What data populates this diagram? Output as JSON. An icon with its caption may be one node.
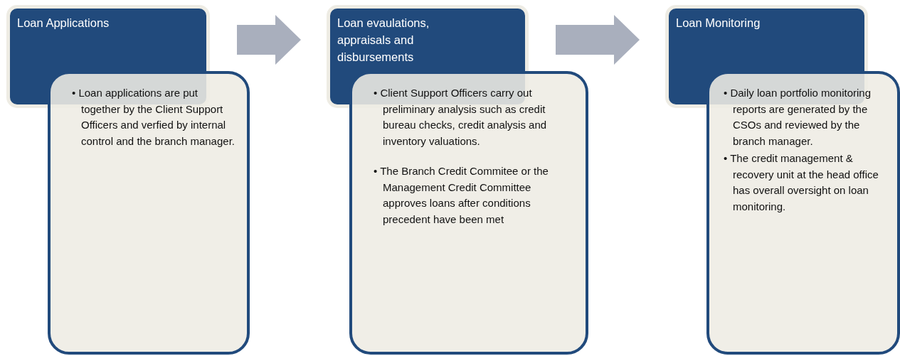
{
  "diagram": {
    "nodes": [
      {
        "text": [
          "Loan Applications"
        ]
      },
      {
        "text": [
          "• Loan applications are put together by the Client Support Officers and verfied by internal control and the branch manager."
        ]
      },
      {
        "text": [
          "Loan evaulations, appraisals and disbursements"
        ]
      },
      {
        "text": [
          "• Client Support Officers carry out preliminary analysis such as credit bureau checks, credit analysis and inventory valuations.",
          "• The Branch Credit Commitee or the Management Credit Committee approves loans after conditions precedent have been met"
        ]
      },
      {
        "text": [
          "Loan Monitoring"
        ]
      },
      {
        "text": [
          "• Daily loan portfolio monitoring reports are generated by the CSOs and reviewed by the branch manager.",
          "• The credit management & recovery unit at the head office has overall oversight on loan monitoring."
        ]
      }
    ],
    "edges": [
      {
        "from": 0,
        "to": 2,
        "arrow": "to"
      },
      {
        "from": 2,
        "to": 4,
        "arrow": "to"
      }
    ]
  }
}
